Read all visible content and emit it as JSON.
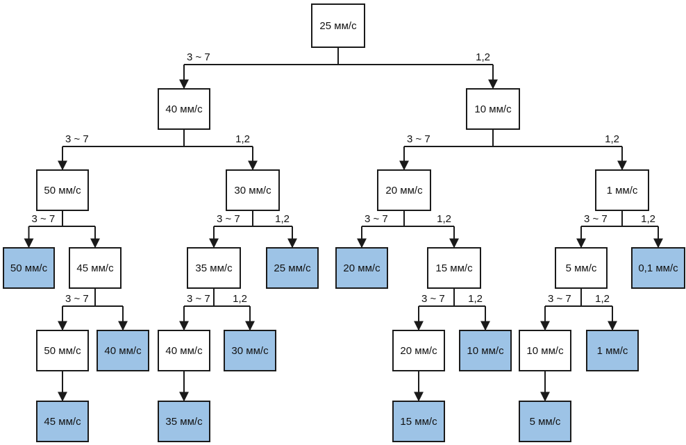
{
  "colors": {
    "leaf_fill": "#9dc3e6",
    "node_fill": "#ffffff",
    "stroke": "#1a1a1a"
  },
  "nodes": [
    {
      "id": "n0",
      "label": "25 мм/с",
      "leaf": false
    },
    {
      "id": "n1",
      "label": "40 мм/с",
      "leaf": false
    },
    {
      "id": "n2",
      "label": "10 мм/с",
      "leaf": false
    },
    {
      "id": "n3",
      "label": "50 мм/с",
      "leaf": false
    },
    {
      "id": "n4",
      "label": "30 мм/с",
      "leaf": false
    },
    {
      "id": "n5",
      "label": "20 мм/с",
      "leaf": false
    },
    {
      "id": "n6",
      "label": "1 мм/с",
      "leaf": false
    },
    {
      "id": "n7",
      "label": "50 мм/с",
      "leaf": true
    },
    {
      "id": "n8",
      "label": "45 мм/с",
      "leaf": false
    },
    {
      "id": "n9",
      "label": "35 мм/с",
      "leaf": false
    },
    {
      "id": "n10",
      "label": "25 мм/с",
      "leaf": true
    },
    {
      "id": "n11",
      "label": "20 мм/с",
      "leaf": true
    },
    {
      "id": "n12",
      "label": "15 мм/с",
      "leaf": false
    },
    {
      "id": "n13",
      "label": "5 мм/с",
      "leaf": false
    },
    {
      "id": "n14",
      "label": "0,1 мм/с",
      "leaf": true
    },
    {
      "id": "n15",
      "label": "50 мм/с",
      "leaf": false
    },
    {
      "id": "n16",
      "label": "40 мм/с",
      "leaf": true
    },
    {
      "id": "n17",
      "label": "40 мм/с",
      "leaf": false
    },
    {
      "id": "n18",
      "label": "30 мм/с",
      "leaf": true
    },
    {
      "id": "n19",
      "label": "20 мм/с",
      "leaf": false
    },
    {
      "id": "n20",
      "label": "10 мм/с",
      "leaf": true
    },
    {
      "id": "n21",
      "label": "10 мм/с",
      "leaf": false
    },
    {
      "id": "n22",
      "label": "1 мм/с",
      "leaf": true
    },
    {
      "id": "n23",
      "label": "45 мм/с",
      "leaf": true
    },
    {
      "id": "n24",
      "label": "35 мм/с",
      "leaf": true
    },
    {
      "id": "n25",
      "label": "15 мм/с",
      "leaf": true
    },
    {
      "id": "n26",
      "label": "5 мм/с",
      "leaf": true
    }
  ],
  "branches": [
    {
      "parent": "n0",
      "left": "n1",
      "right": "n2",
      "left_label": "3 ~ 7",
      "right_label": "1,2"
    },
    {
      "parent": "n1",
      "left": "n3",
      "right": "n4",
      "left_label": "3 ~ 7",
      "right_label": "1,2"
    },
    {
      "parent": "n2",
      "left": "n5",
      "right": "n6",
      "left_label": "3 ~ 7",
      "right_label": "1,2"
    },
    {
      "parent": "n3",
      "left": "n7",
      "right": "n8",
      "left_label": "3 ~ 7",
      "right_label": ""
    },
    {
      "parent": "n4",
      "left": "n9",
      "right": "n10",
      "left_label": "3 ~ 7",
      "right_label": "1,2"
    },
    {
      "parent": "n5",
      "left": "n11",
      "right": "n12",
      "left_label": "3 ~ 7",
      "right_label": "1,2"
    },
    {
      "parent": "n6",
      "left": "n13",
      "right": "n14",
      "left_label": "3 ~ 7",
      "right_label": "1,2"
    },
    {
      "parent": "n8",
      "left": "n15",
      "right": "n16",
      "left_label": "3 ~ 7",
      "right_label": ""
    },
    {
      "parent": "n9",
      "left": "n17",
      "right": "n18",
      "left_label": "3 ~ 7",
      "right_label": "1,2"
    },
    {
      "parent": "n12",
      "left": "n19",
      "right": "n20",
      "left_label": "3 ~ 7",
      "right_label": "1,2"
    },
    {
      "parent": "n13",
      "left": "n21",
      "right": "n22",
      "left_label": "3 ~ 7",
      "right_label": "1,2"
    }
  ],
  "chains": [
    {
      "parent": "n15",
      "child": "n23"
    },
    {
      "parent": "n17",
      "child": "n24"
    },
    {
      "parent": "n19",
      "child": "n25"
    },
    {
      "parent": "n21",
      "child": "n26"
    }
  ]
}
